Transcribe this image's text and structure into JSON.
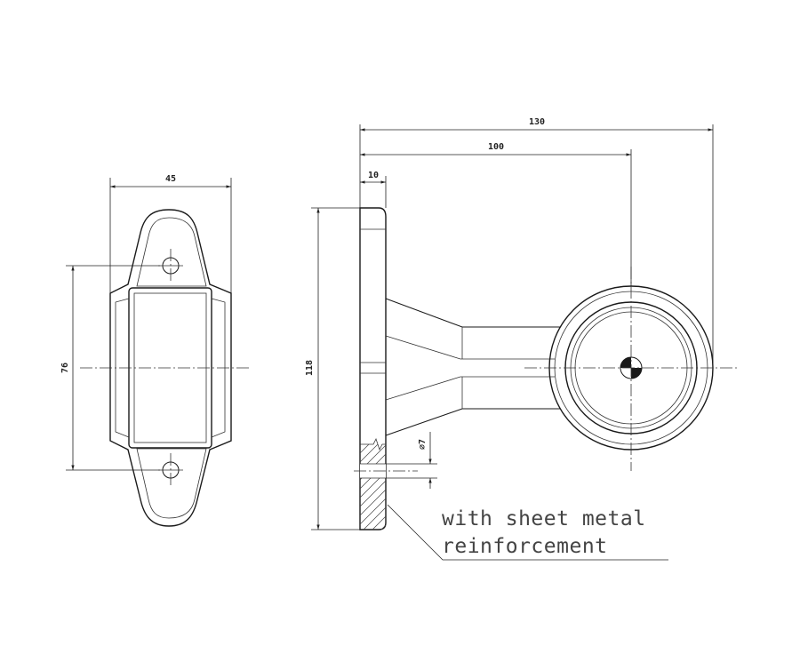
{
  "dimensions": {
    "overall_length": "130",
    "center_distance": "100",
    "base_thickness": "10",
    "base_width": "45",
    "hole_spacing": "76",
    "base_height": "118",
    "hole_diameter": "⌀7"
  },
  "note": {
    "line1": "with sheet metal",
    "line2": "reinforcement"
  }
}
